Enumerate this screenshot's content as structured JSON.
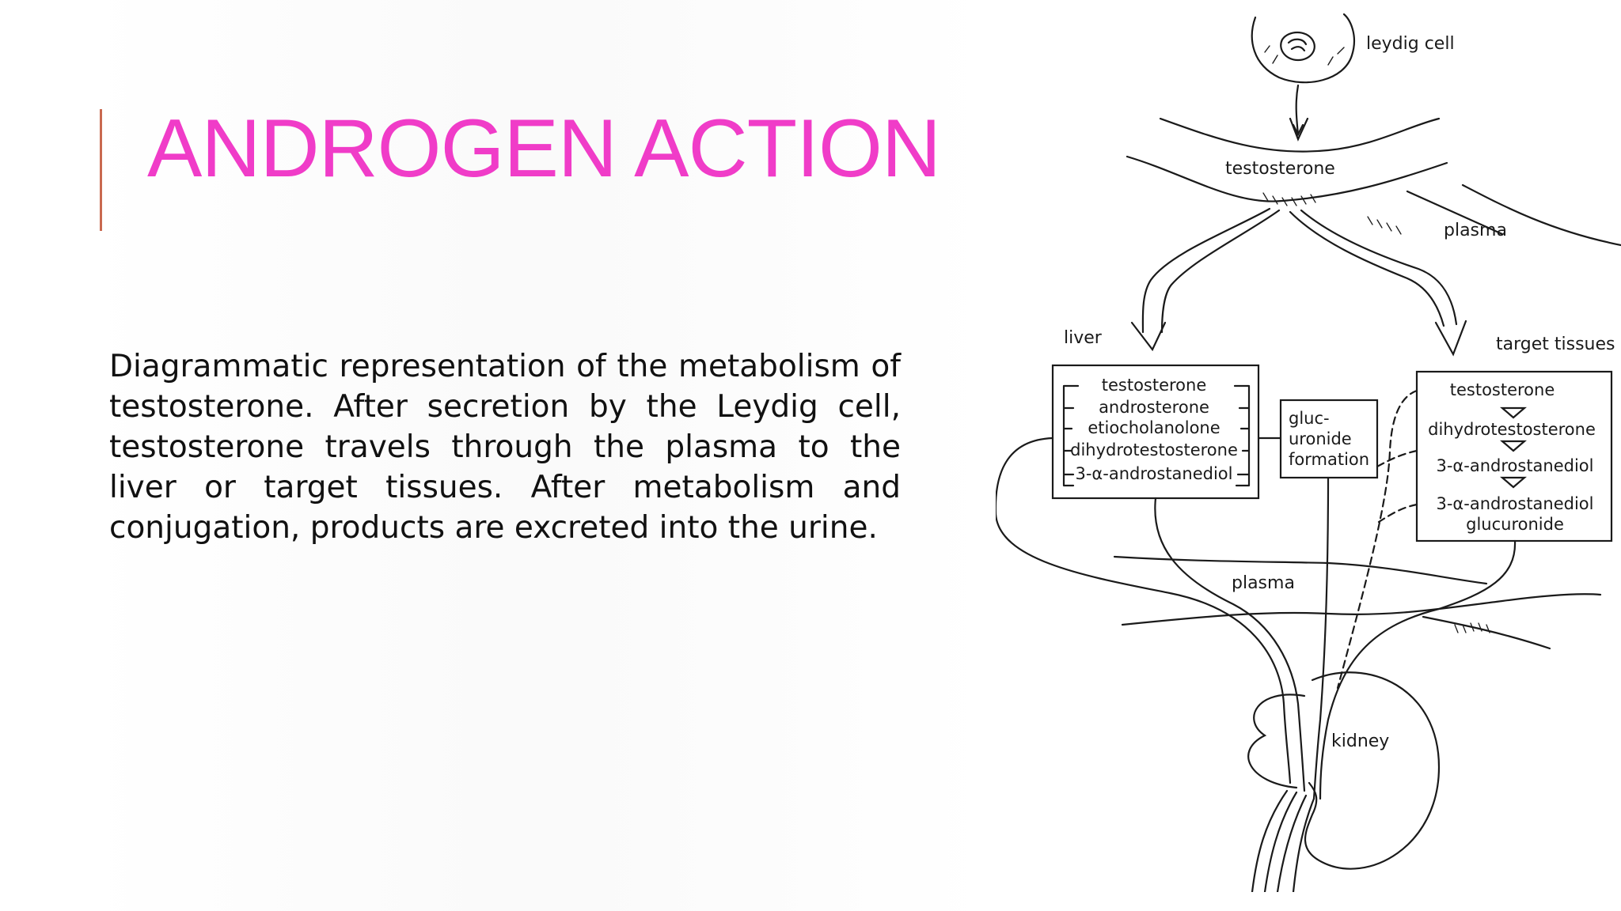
{
  "slide": {
    "title": "ANDROGEN ACTION",
    "description": "Diagrammatic representation of the metabolism of testosterone. After secretion by the Leydig cell, testosterone travels through the plasma to the liver or target tissues. After metabolism and conjugation, products are excreted into the urine.",
    "colors": {
      "title": "#f03cc8",
      "accent_bar": "#c9694f",
      "text": "#111111"
    }
  },
  "diagram": {
    "leydig_cell": "leydig cell",
    "testosterone_top": "testosterone",
    "plasma_top": "plasma",
    "liver": "liver",
    "target_tissues": "target tissues",
    "liver_box": {
      "items": [
        "testosterone",
        "androsterone",
        "etiocholanolone",
        "dihydrotestosterone",
        "3-α-androstanediol"
      ]
    },
    "glucuronide_box": {
      "lines": [
        "gluc-",
        "uronide",
        "formation"
      ]
    },
    "target_box": {
      "items": [
        "testosterone",
        "dihydrotestosterone",
        "3-α-androstanediol",
        "3-α-androstanediol",
        "glucuronide"
      ]
    },
    "plasma_bottom": "plasma",
    "kidney": "kidney"
  }
}
